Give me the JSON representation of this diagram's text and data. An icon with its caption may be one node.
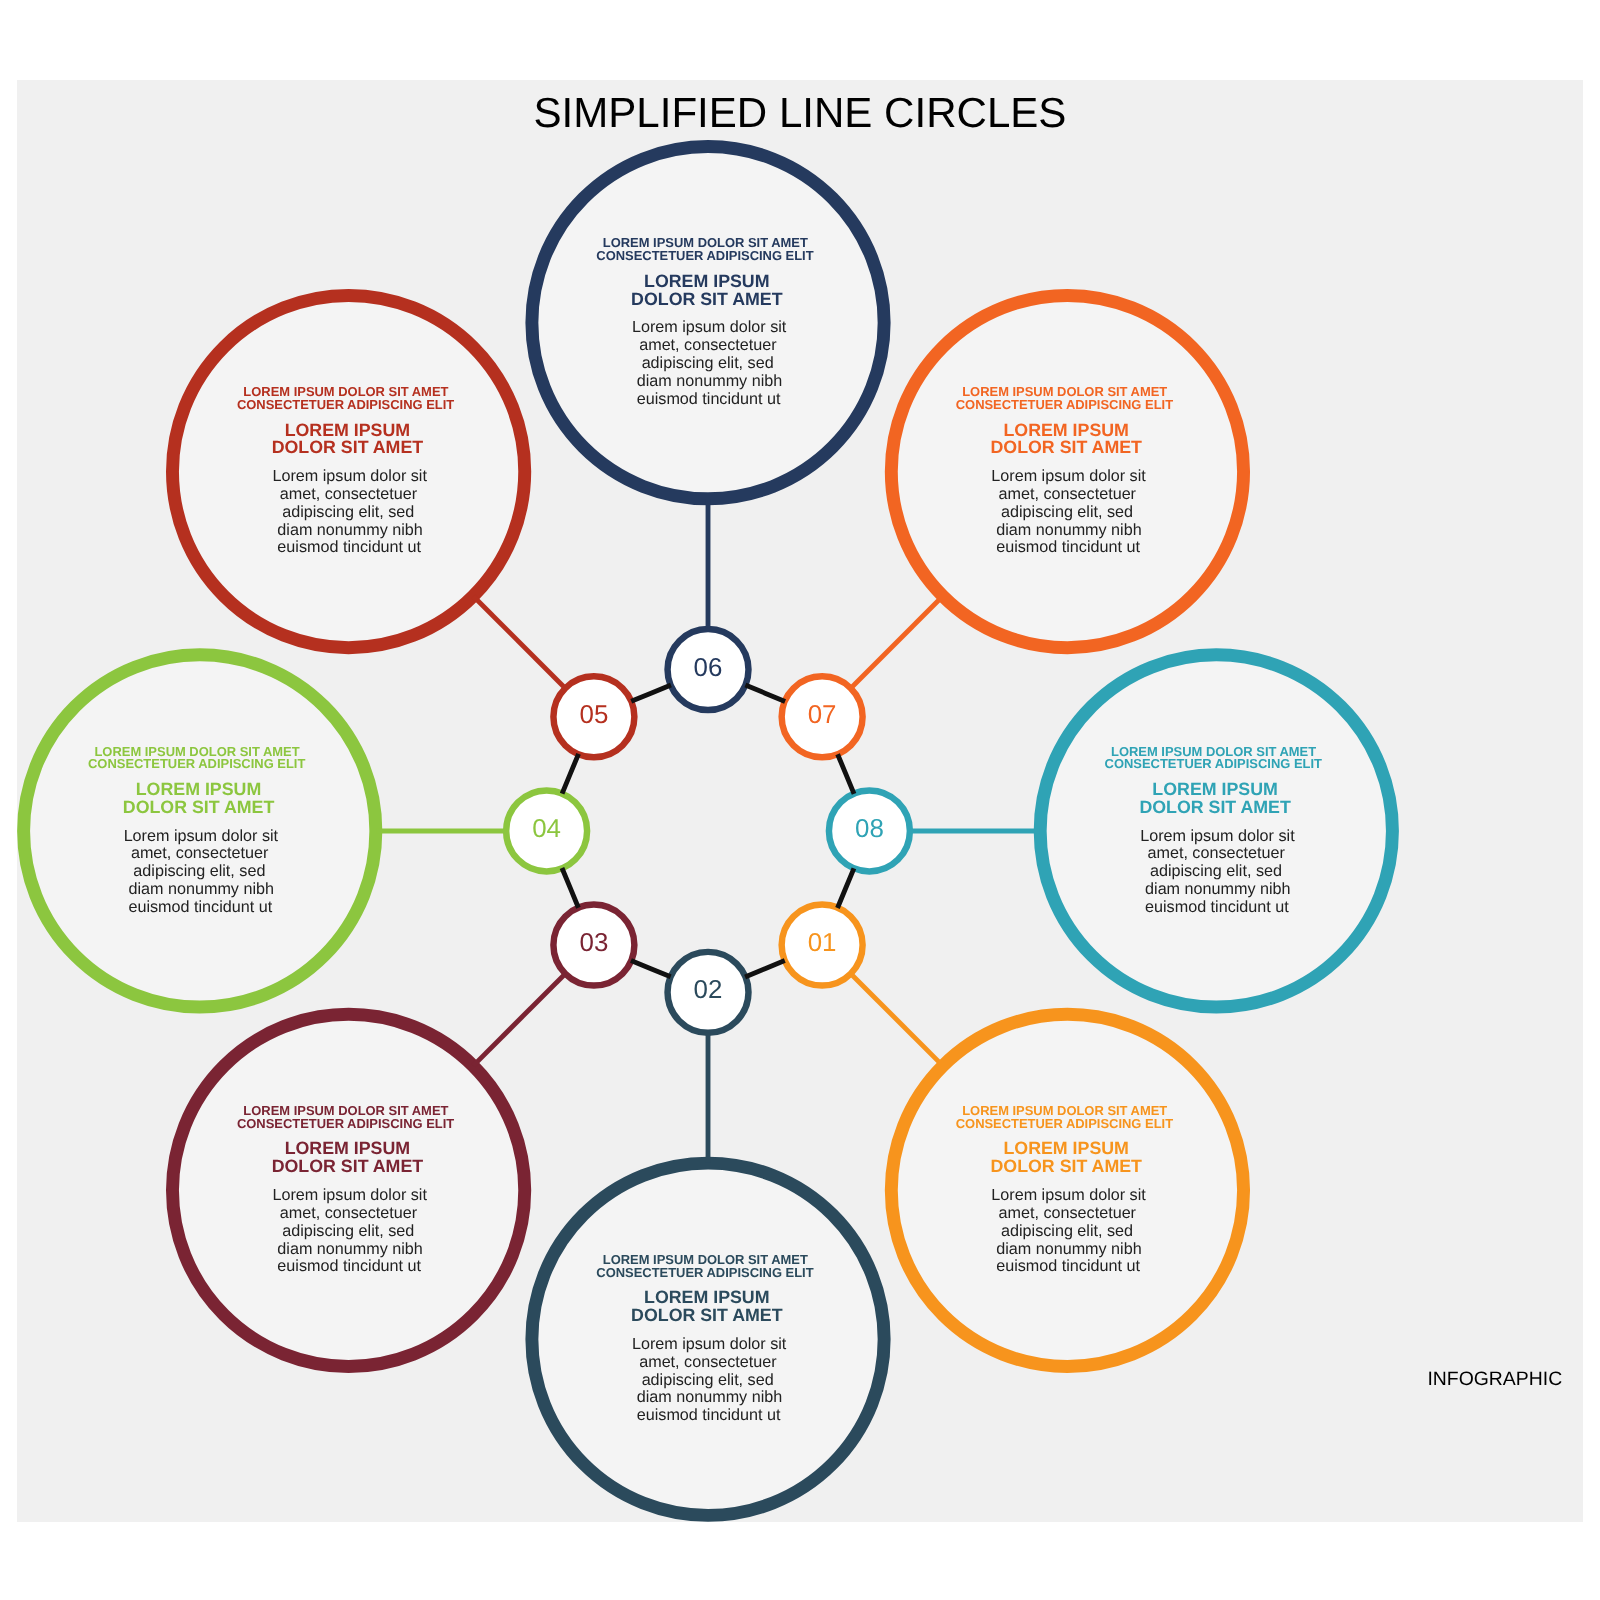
{
  "diagram": {
    "title": "SIMPLIFIED LINE CIRCLES",
    "nodes": [
      {
        "text": [
          "01"
        ]
      },
      {
        "text": [
          "02"
        ]
      },
      {
        "text": [
          "03"
        ]
      },
      {
        "text": [
          "04"
        ]
      },
      {
        "text": [
          "05"
        ]
      },
      {
        "text": [
          "06"
        ]
      },
      {
        "text": [
          "07"
        ]
      },
      {
        "text": [
          "08"
        ]
      },
      {
        "text": [
          "LOREM IPSUM DOLOR SIT AMET CONSECTETUER ADIPISCING ELIT",
          "LOREM IPSUM DOLOR SIT AMET",
          "Lorem ipsum dolor sit amet, consectetuer adipiscing elit, sed diam nonummy nibh euismod tincidunt ut"
        ]
      },
      {
        "text": [
          "LOREM IPSUM DOLOR SIT AMET CONSECTETUER ADIPISCING ELIT",
          "LOREM IPSUM DOLOR SIT AMET",
          "Lorem ipsum dolor sit amet, consectetuer adipiscing elit, sed diam nonummy nibh euismod tincidunt ut"
        ]
      },
      {
        "text": [
          "LOREM IPSUM DOLOR SIT AMET CONSECTETUER ADIPISCING ELIT",
          "LOREM IPSUM DOLOR SIT AMET",
          "Lorem ipsum dolor sit amet, consectetuer adipiscing elit, sed diam nonummy nibh euismod tincidunt ut"
        ]
      },
      {
        "text": [
          "LOREM IPSUM DOLOR SIT AMET CONSECTETUER ADIPISCING ELIT",
          "LOREM IPSUM DOLOR SIT AMET",
          "Lorem ipsum dolor sit amet, consectetuer adipiscing elit, sed diam nonummy nibh euismod tincidunt ut"
        ]
      },
      {
        "text": [
          "LOREM IPSUM DOLOR SIT AMET CONSECTETUER ADIPISCING ELIT",
          "LOREM IPSUM DOLOR SIT AMET",
          "Lorem ipsum dolor sit amet, consectetuer adipiscing elit, sed diam nonummy nibh euismod tincidunt ut"
        ]
      },
      {
        "text": [
          "LOREM IPSUM DOLOR SIT AMET CONSECTETUER ADIPISCING ELIT",
          "LOREM IPSUM DOLOR SIT AMET",
          "Lorem ipsum dolor sit amet, consectetuer adipiscing elit, sed diam nonummy nibh euismod tincidunt ut"
        ]
      },
      {
        "text": [
          "LOREM IPSUM DOLOR SIT AMET CONSECTETUER ADIPISCING ELIT",
          "LOREM IPSUM DOLOR SIT AMET",
          "Lorem ipsum dolor sit amet, consectetuer adipiscing elit, sed diam nonummy nibh euismod tincidunt ut"
        ]
      },
      {
        "text": [
          "LOREM IPSUM DOLOR SIT AMET CONSECTETUER ADIPISCING ELIT",
          "LOREM IPSUM DOLOR SIT AMET",
          "Lorem ipsum dolor sit amet, consectetuer adipiscing elit, sed diam nonummy nibh euismod tincidunt ut"
        ]
      }
    ],
    "edges": [
      {
        "from": 0,
        "to": 1,
        "arrow": "none"
      },
      {
        "from": 1,
        "to": 2,
        "arrow": "none"
      },
      {
        "from": 2,
        "to": 3,
        "arrow": "none"
      },
      {
        "from": 3,
        "to": 4,
        "arrow": "none"
      },
      {
        "from": 4,
        "to": 5,
        "arrow": "none"
      },
      {
        "from": 5,
        "to": 6,
        "arrow": "none"
      },
      {
        "from": 6,
        "to": 7,
        "arrow": "none"
      },
      {
        "from": 7,
        "to": 0,
        "arrow": "none"
      },
      {
        "from": 0,
        "to": 8,
        "arrow": "none",
        "color": "#f7941d"
      },
      {
        "from": 1,
        "to": 9,
        "arrow": "none",
        "color": "#2b4a5c"
      },
      {
        "from": 2,
        "to": 10,
        "arrow": "none",
        "color": "#7a2433"
      },
      {
        "from": 3,
        "to": 11,
        "arrow": "none",
        "color": "#8cc63f"
      },
      {
        "from": 4,
        "to": 12,
        "arrow": "none",
        "color": "#b5301f"
      },
      {
        "from": 5,
        "to": 13,
        "arrow": "none",
        "color": "#253a5e"
      },
      {
        "from": 6,
        "to": 14,
        "arrow": "none",
        "color": "#f26522"
      },
      {
        "from": 7,
        "to": 15,
        "arrow": "none",
        "color": "#2fa3b5"
      }
    ],
    "labels": [
      "INFOGRAPHIC"
    ]
  }
}
